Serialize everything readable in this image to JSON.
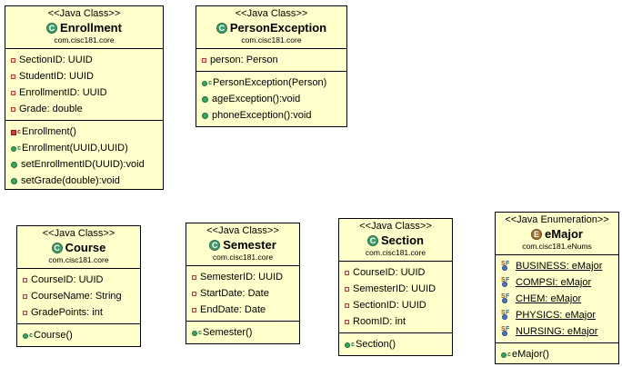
{
  "boxes": {
    "enrollment": {
      "stereotype": "<<Java Class>>",
      "name": "Enrollment",
      "package": "com.cisc181.core",
      "fields": [
        "SectionID: UUID",
        "StudentID: UUID",
        "EnrollmentID: UUID",
        "Grade: double"
      ],
      "methods": [
        "Enrollment()",
        "Enrollment(UUID,UUID)",
        "setEnrollmentID(UUID):void",
        "setGrade(double):void"
      ]
    },
    "person_exception": {
      "stereotype": "<<Java Class>>",
      "name": "PersonException",
      "package": "com.cisc181.core",
      "fields": [
        "person: Person"
      ],
      "methods": [
        "PersonException(Person)",
        "ageException():void",
        "phoneException():void"
      ]
    },
    "course": {
      "stereotype": "<<Java Class>>",
      "name": "Course",
      "package": "com.cisc181.core",
      "fields": [
        "CourseID: UUID",
        "CourseName: String",
        "GradePoints: int"
      ],
      "methods": [
        "Course()"
      ]
    },
    "semester": {
      "stereotype": "<<Java Class>>",
      "name": "Semester",
      "package": "com.cisc181.core",
      "fields": [
        "SemesterID: UUID",
        "StartDate: Date",
        "EndDate: Date"
      ],
      "methods": [
        "Semester()"
      ]
    },
    "section": {
      "stereotype": "<<Java Class>>",
      "name": "Section",
      "package": "com.cisc181.core",
      "fields": [
        "CourseID: UUID",
        "SemesterID: UUID",
        "SectionID: UUID",
        "RoomID: int"
      ],
      "methods": [
        "Section()"
      ]
    },
    "emajor": {
      "stereotype": "<<Java Enumeration>>",
      "name": "eMajor",
      "package": "com.cisc181.eNums",
      "constants": [
        "BUSINESS: eMajor",
        "COMPSI: eMajor",
        "CHEM: eMajor",
        "PHYSICS: eMajor",
        "NURSING: eMajor"
      ],
      "methods": [
        "eMajor()"
      ]
    }
  },
  "icons": {
    "class_badge": "class-icon",
    "enum_badge": "enum-icon",
    "class_letter": "C",
    "enum_letter": "E"
  },
  "colors": {
    "box_fill": "#ffffcc",
    "class_icon": "#3e9f6a",
    "enum_icon": "#a6712f"
  }
}
